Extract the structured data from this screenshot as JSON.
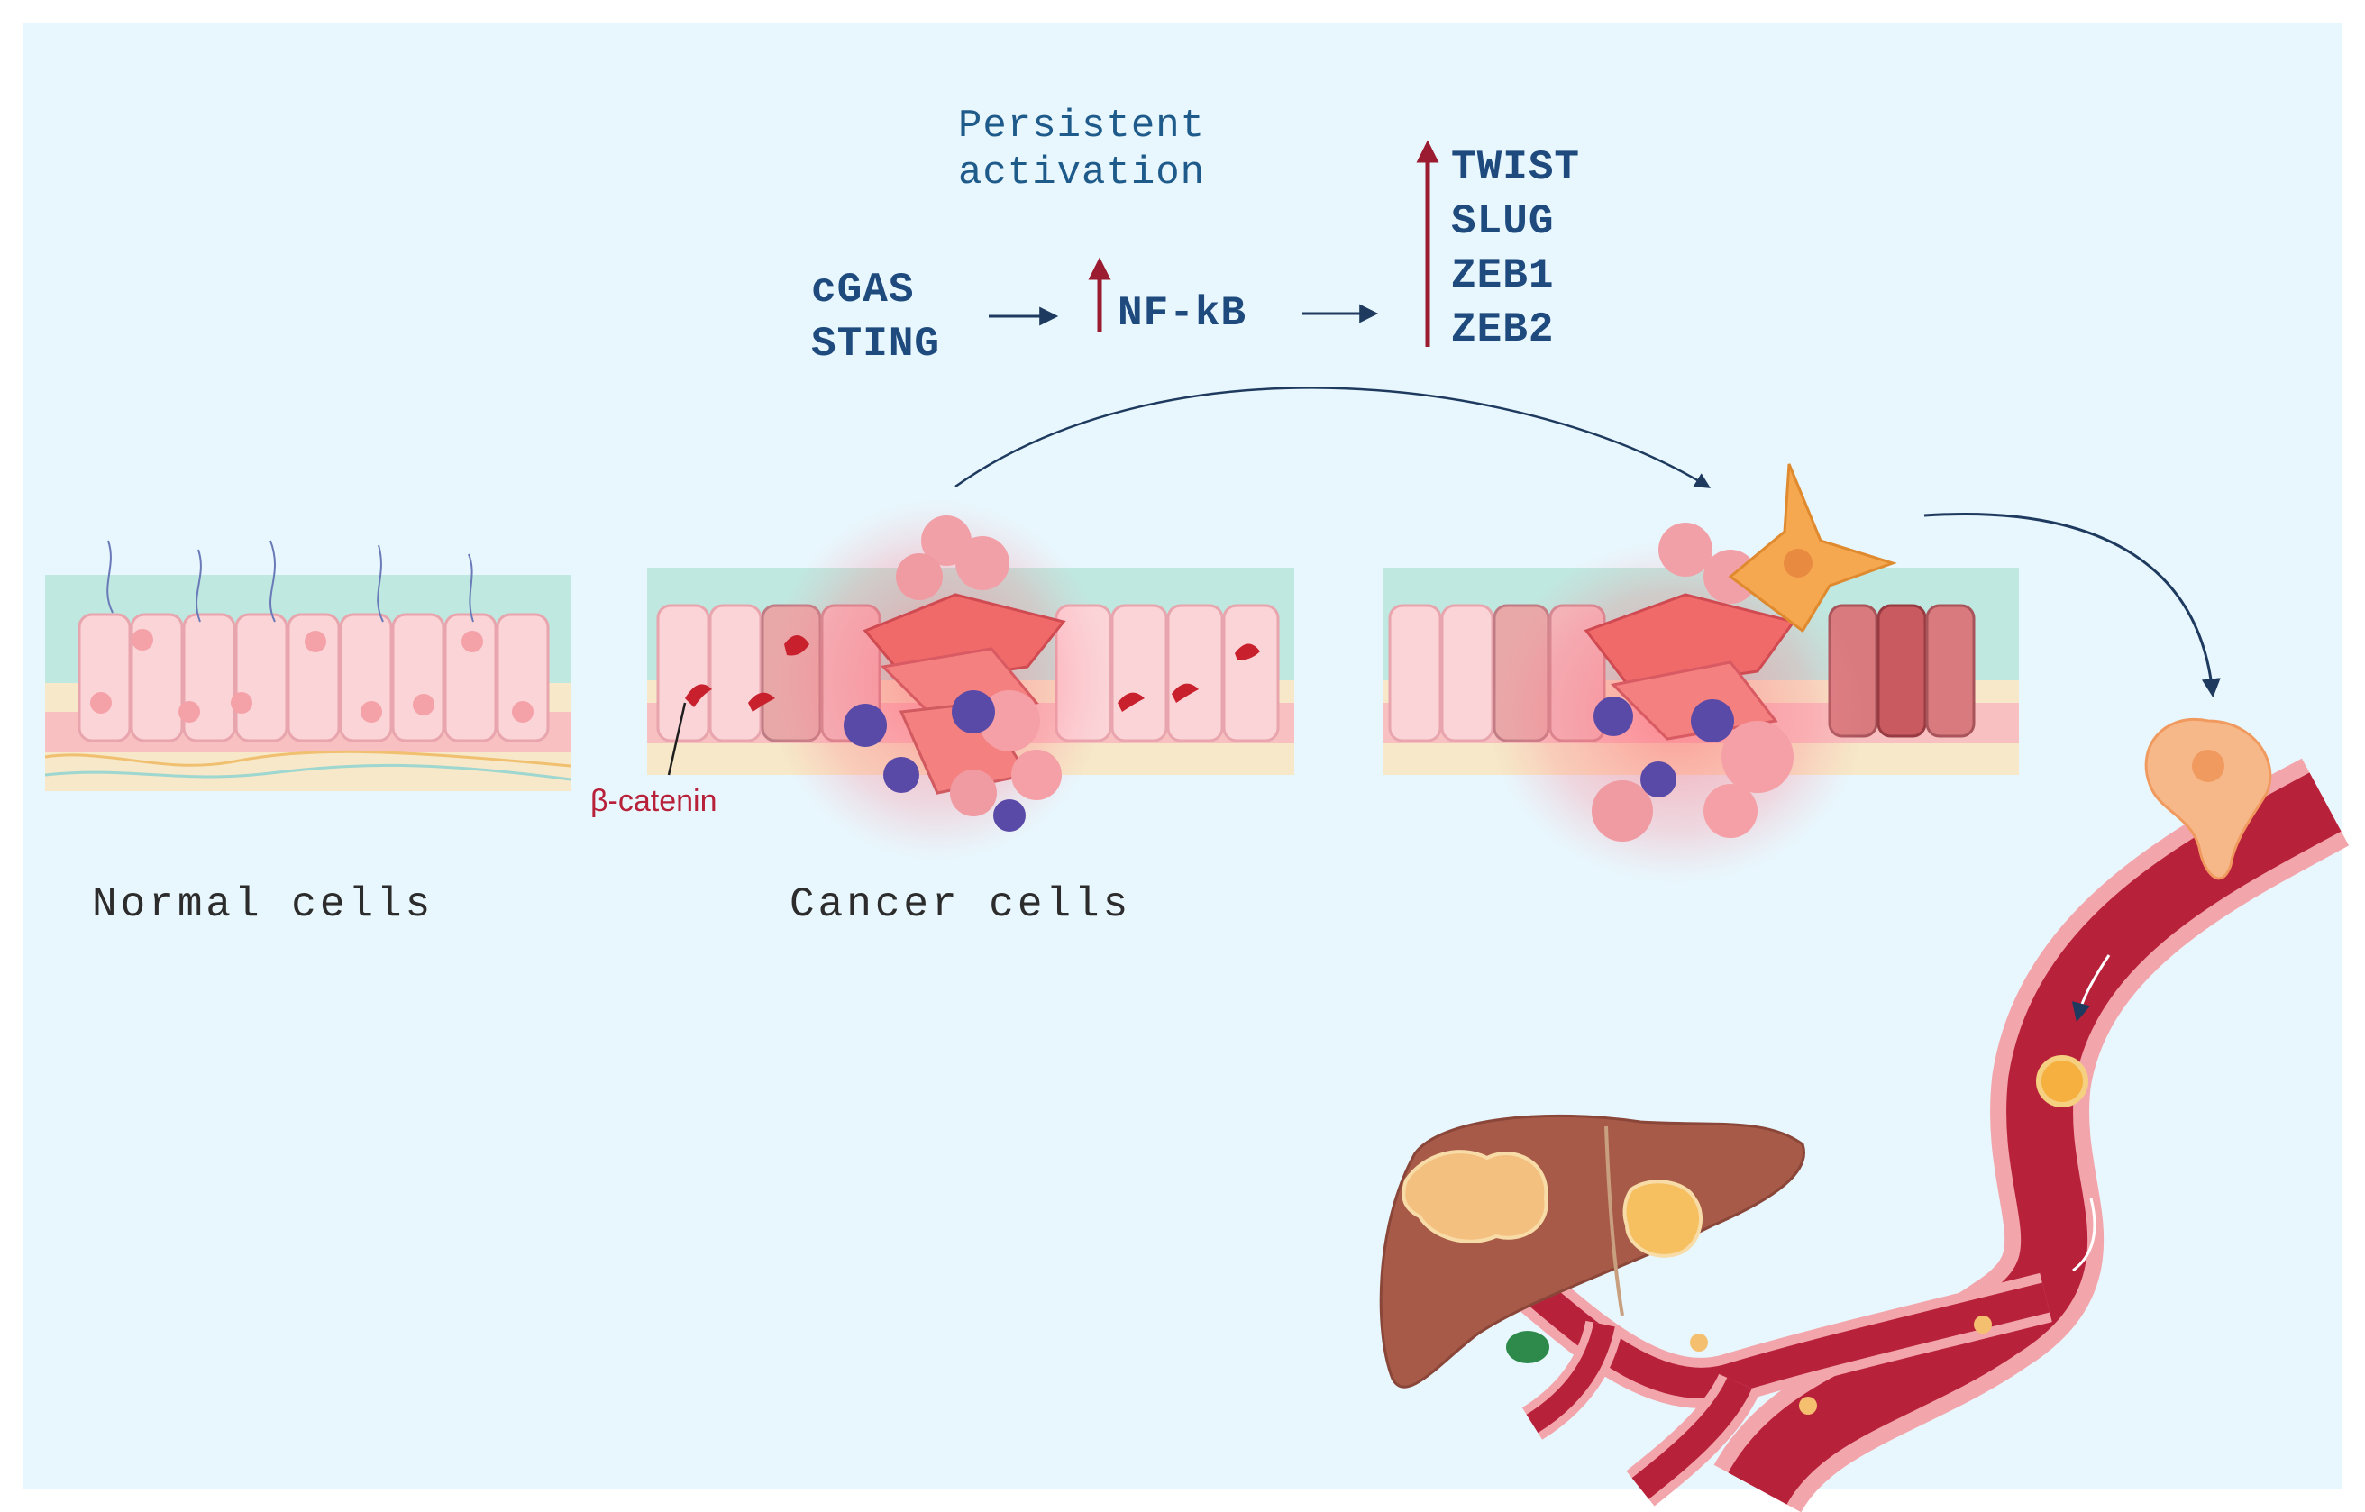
{
  "pathway": {
    "note_line1": "Persistent",
    "note_line2": "activation",
    "sensor_line1": "cGAS",
    "sensor_line2": "STING",
    "transcription_factor": "NF-kB",
    "emt_factors": [
      "TWIST",
      "SLUG",
      "ZEB1",
      "ZEB2"
    ]
  },
  "panels": {
    "normal_label": "Normal cells",
    "cancer_label": "Cancer cells",
    "marker_label": "β-catenin"
  },
  "colors": {
    "background": "#e8f7fd",
    "pathway_text": "#1e4a7e",
    "upregulation_arrow": "#9b1b30",
    "vessel": "#b8213a",
    "liver": "#a85a48",
    "tumor": "#f4c080",
    "immune_cell": "#5a4aa8",
    "marker_text": "#b8213a"
  }
}
